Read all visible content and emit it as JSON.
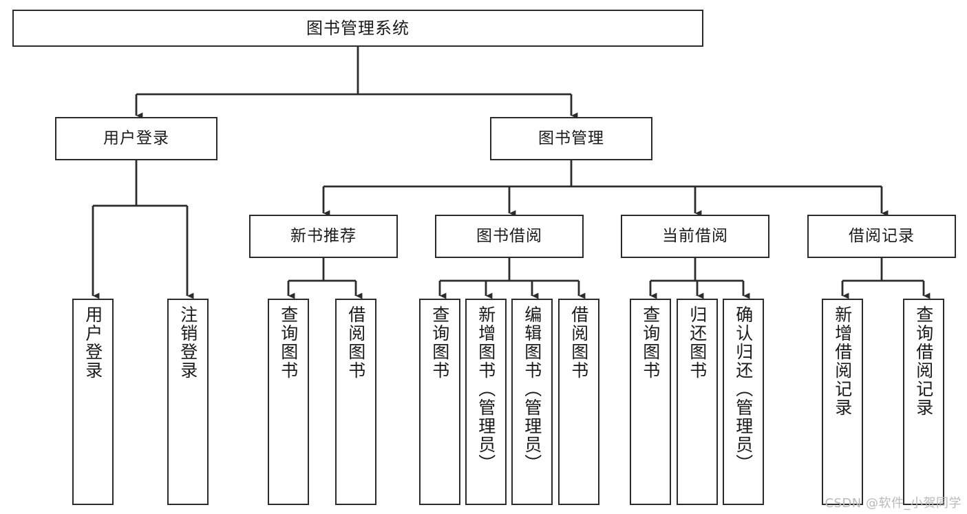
{
  "diagram": {
    "title": "图书管理系统",
    "type": "tree-hierarchy-chart",
    "orientation": "top-down",
    "colors": {
      "box_border": "#2b2b2b",
      "box_fill": "#ffffff",
      "edge": "#2b2b2b",
      "text": "#1a1a1a",
      "watermark": "#b9b9b9",
      "background": "#ffffff"
    },
    "root": {
      "label": "图书管理系统"
    },
    "level2": [
      {
        "label": "用户登录"
      },
      {
        "label": "图书管理"
      }
    ],
    "level3": [
      {
        "label": "新书推荐"
      },
      {
        "label": "图书借阅"
      },
      {
        "label": "当前借阅"
      },
      {
        "label": "借阅记录"
      }
    ],
    "leaves": {
      "user_login": [
        {
          "label": "用户登录"
        },
        {
          "label": "注销登录"
        }
      ],
      "new_book_recommend": [
        {
          "label": "查询图书"
        },
        {
          "label": "借阅图书"
        }
      ],
      "book_borrow": [
        {
          "label": "查询图书"
        },
        {
          "label": "新增图书（管理员）"
        },
        {
          "label": "编辑图书（管理员）"
        },
        {
          "label": "借阅图书"
        }
      ],
      "current_borrow": [
        {
          "label": "查询图书"
        },
        {
          "label": "归还图书"
        },
        {
          "label": "确认归还（管理员）"
        }
      ],
      "borrow_record": [
        {
          "label": "新增借阅记录"
        },
        {
          "label": "查询借阅记录"
        }
      ]
    }
  },
  "watermark": {
    "text": "CSDN @软件_小贺同学"
  }
}
